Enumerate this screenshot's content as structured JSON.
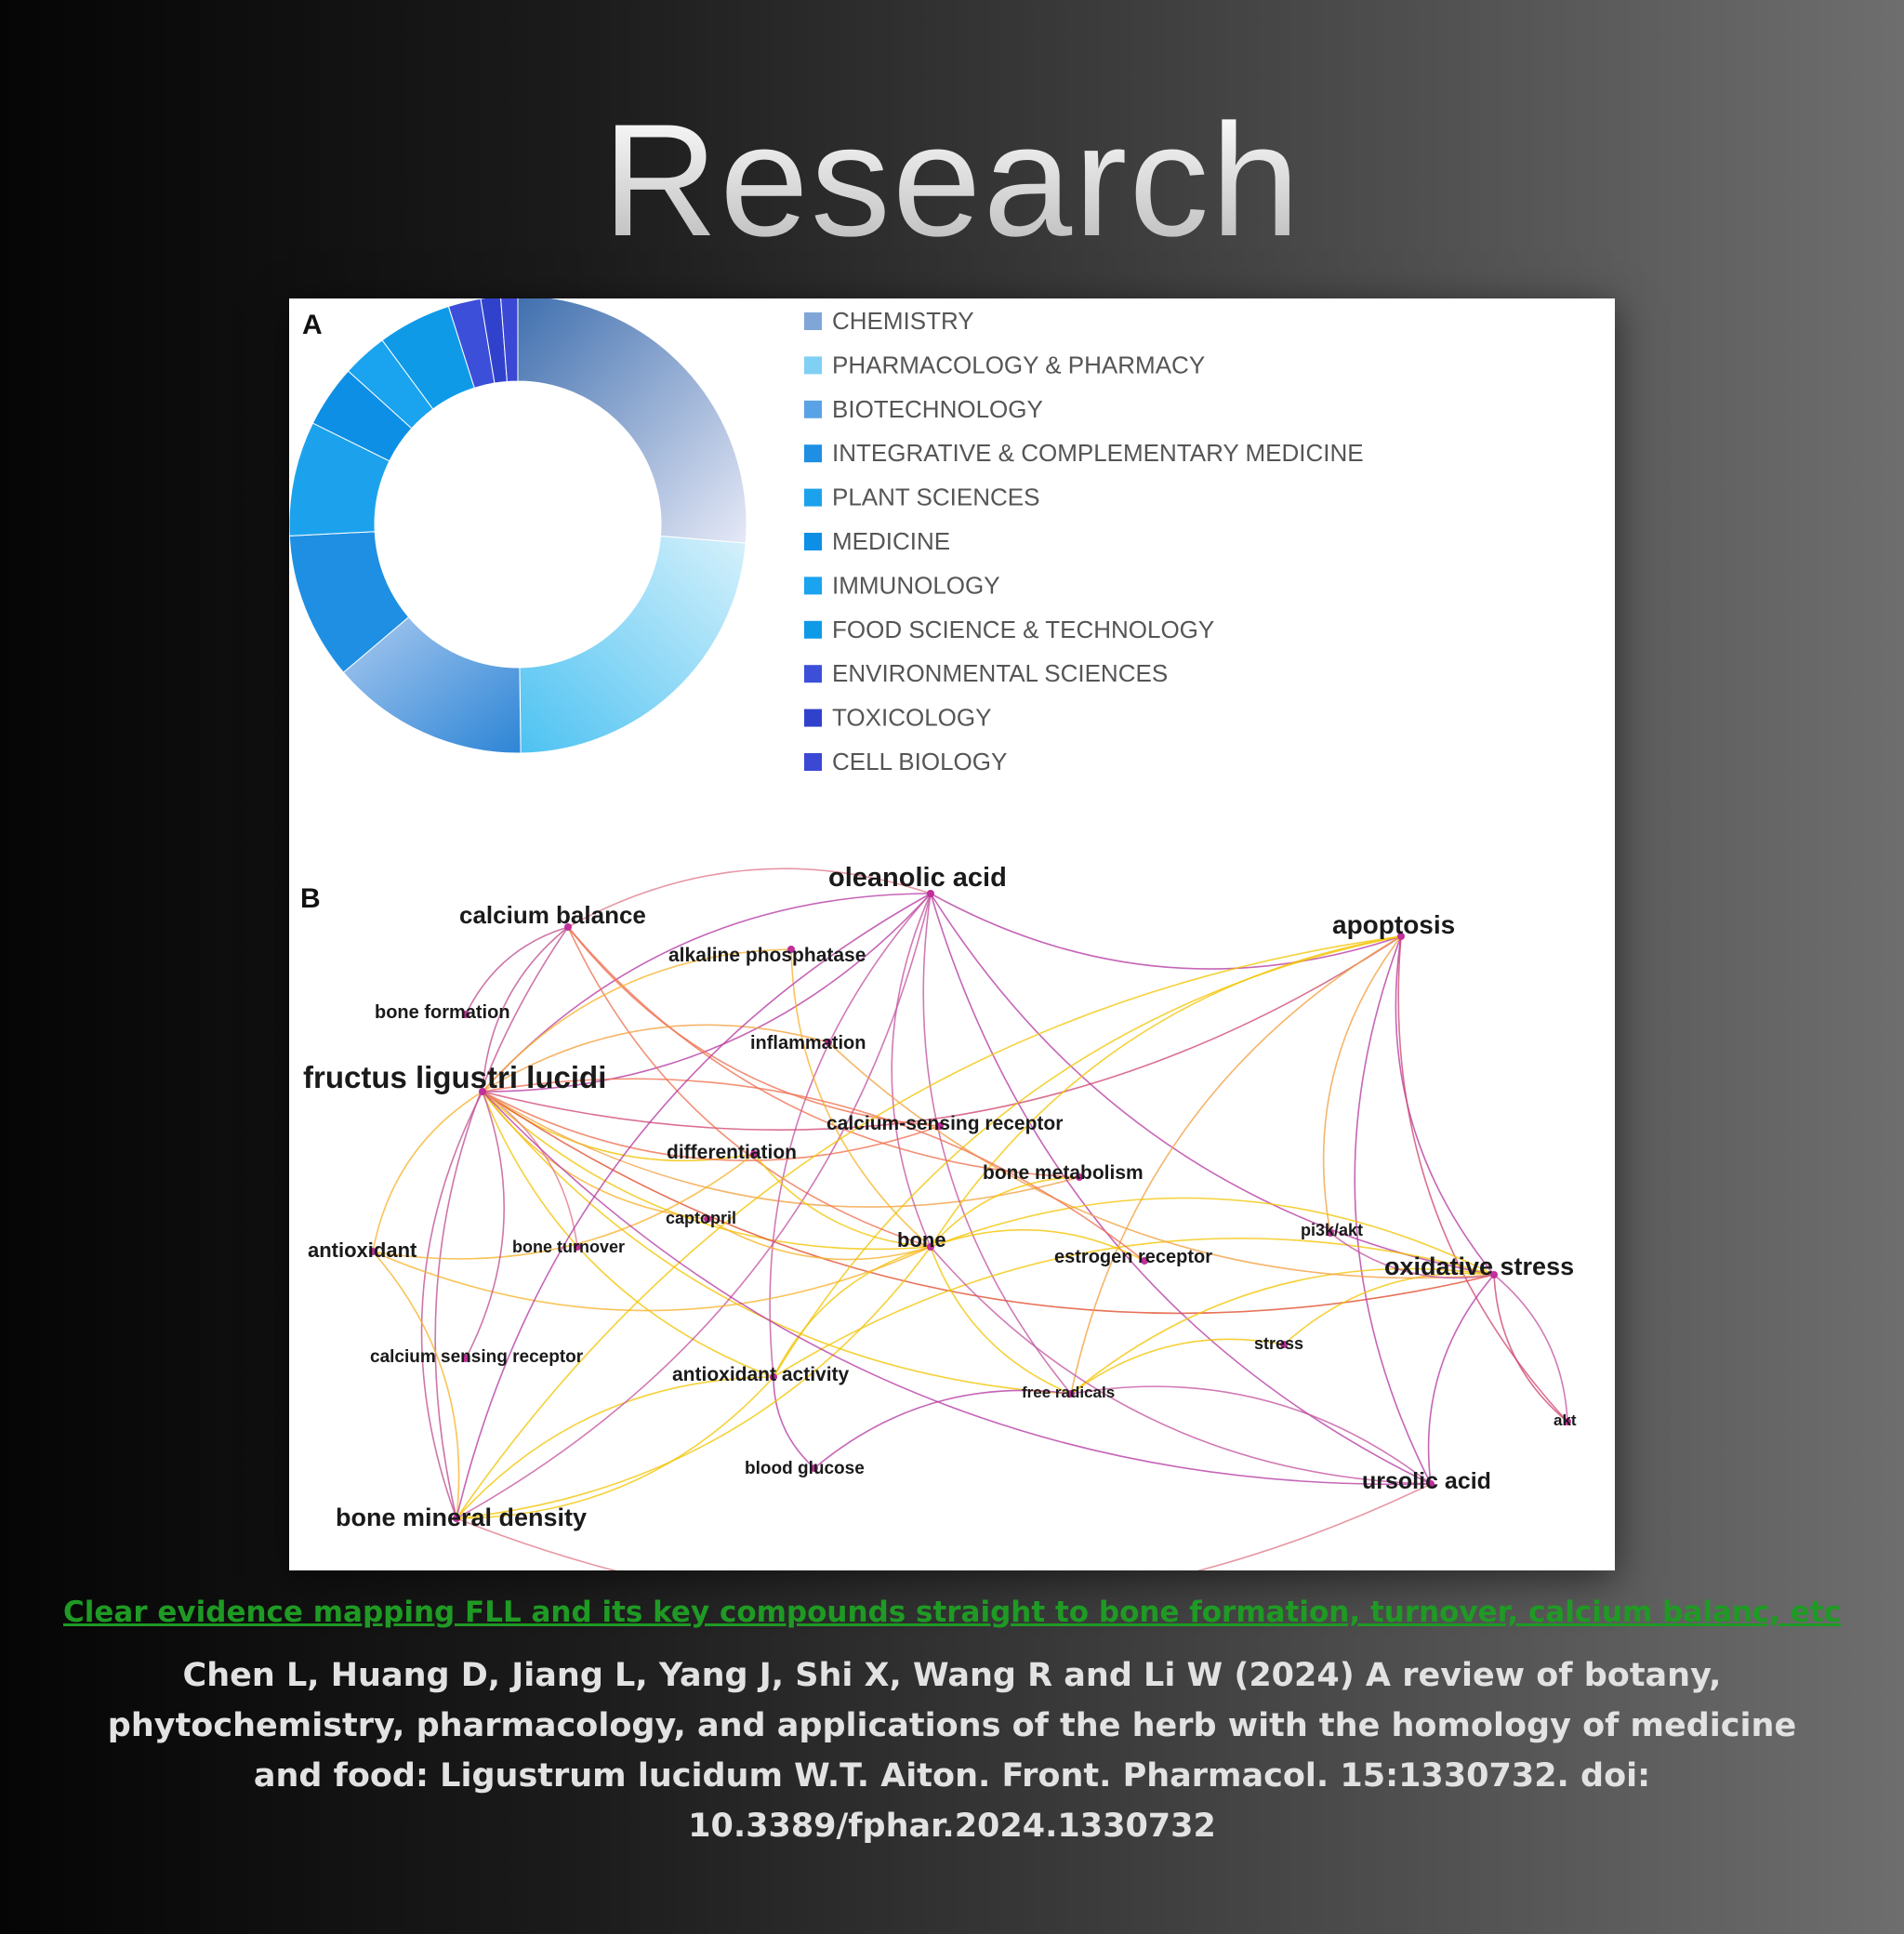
{
  "title": "Research",
  "figure": {
    "panel_a_label": "A",
    "panel_b_label": "B",
    "legend": [
      {
        "label": "CHEMISTRY",
        "color": "#7fa6d6"
      },
      {
        "label": "PHARMACOLOGY & PHARMACY",
        "color": "#7fd0f2"
      },
      {
        "label": "BIOTECHNOLOGY",
        "color": "#5aa2e6"
      },
      {
        "label": "INTEGRATIVE & COMPLEMENTARY MEDICINE",
        "color": "#1f8fe3"
      },
      {
        "label": "PLANT SCIENCES",
        "color": "#1ca2ec"
      },
      {
        "label": "MEDICINE",
        "color": "#0e8fe6"
      },
      {
        "label": "IMMUNOLOGY",
        "color": "#1aa3ee"
      },
      {
        "label": "FOOD SCIENCE & TECHNOLOGY",
        "color": "#0f9ae8"
      },
      {
        "label": "ENVIRONMENTAL SCIENCES",
        "color": "#3c4fd9"
      },
      {
        "label": "TOXICOLOGY",
        "color": "#3042cc"
      },
      {
        "label": "CELL BIOLOGY",
        "color": "#3b48d4"
      }
    ],
    "chart_data": {
      "type": "pie",
      "categories": [
        "CHEMISTRY",
        "PHARMACOLOGY & PHARMACY",
        "BIOTECHNOLOGY",
        "INTEGRATIVE & COMPLEMENTARY MEDICINE",
        "PLANT SCIENCES",
        "MEDICINE",
        "IMMUNOLOGY",
        "FOOD SCIENCE & TECHNOLOGY",
        "ENVIRONMENTAL SCIENCES",
        "TOXICOLOGY",
        "CELL BIOLOGY"
      ],
      "values": [
        26.3,
        23.5,
        14.0,
        10.4,
        8.1,
        4.4,
        3.2,
        5.2,
        2.3,
        1.4,
        1.2
      ],
      "donut": true,
      "legend_position": "right"
    },
    "network": {
      "nodes": [
        {
          "label": "oleanolic acid",
          "size": "large"
        },
        {
          "label": "calcium balance",
          "size": "medium"
        },
        {
          "label": "alkaline phosphatase",
          "size": "small"
        },
        {
          "label": "apoptosis",
          "size": "large"
        },
        {
          "label": "bone formation",
          "size": "small"
        },
        {
          "label": "inflammation",
          "size": "small"
        },
        {
          "label": "fructus ligustri lucidi",
          "size": "xlarge"
        },
        {
          "label": "calcium-sensing receptor",
          "size": "small"
        },
        {
          "label": "differentiation",
          "size": "small"
        },
        {
          "label": "bone metabolism",
          "size": "small"
        },
        {
          "label": "captopril",
          "size": "tiny"
        },
        {
          "label": "pi3k/akt",
          "size": "tiny"
        },
        {
          "label": "antioxidant",
          "size": "small"
        },
        {
          "label": "bone turnover",
          "size": "tiny"
        },
        {
          "label": "bone",
          "size": "small"
        },
        {
          "label": "estrogen receptor",
          "size": "small"
        },
        {
          "label": "oxidative stress",
          "size": "large"
        },
        {
          "label": "stress",
          "size": "tiny"
        },
        {
          "label": "calcium sensing receptor",
          "size": "tiny"
        },
        {
          "label": "antioxidant activity",
          "size": "small"
        },
        {
          "label": "free radicals",
          "size": "tiny"
        },
        {
          "label": "akt",
          "size": "tiny"
        },
        {
          "label": "blood glucose",
          "size": "tiny"
        },
        {
          "label": "ursolic acid",
          "size": "medium"
        },
        {
          "label": "bone mineral density",
          "size": "medium"
        }
      ]
    }
  },
  "summary_link": "Clear evidence mapping FLL and its key compounds straight to bone formation, turnover, calcium balanc, etc",
  "citation": "Chen L, Huang D, Jiang L, Yang J, Shi X, Wang R and Li W (2024) A review of botany, phytochemistry, pharmacology, and applications of the herb with the homology of medicine and food: Ligustrum lucidum W.T. Aiton. Front. Pharmacol. 15:1330732. doi: 10.3389/fphar.2024.1330732"
}
